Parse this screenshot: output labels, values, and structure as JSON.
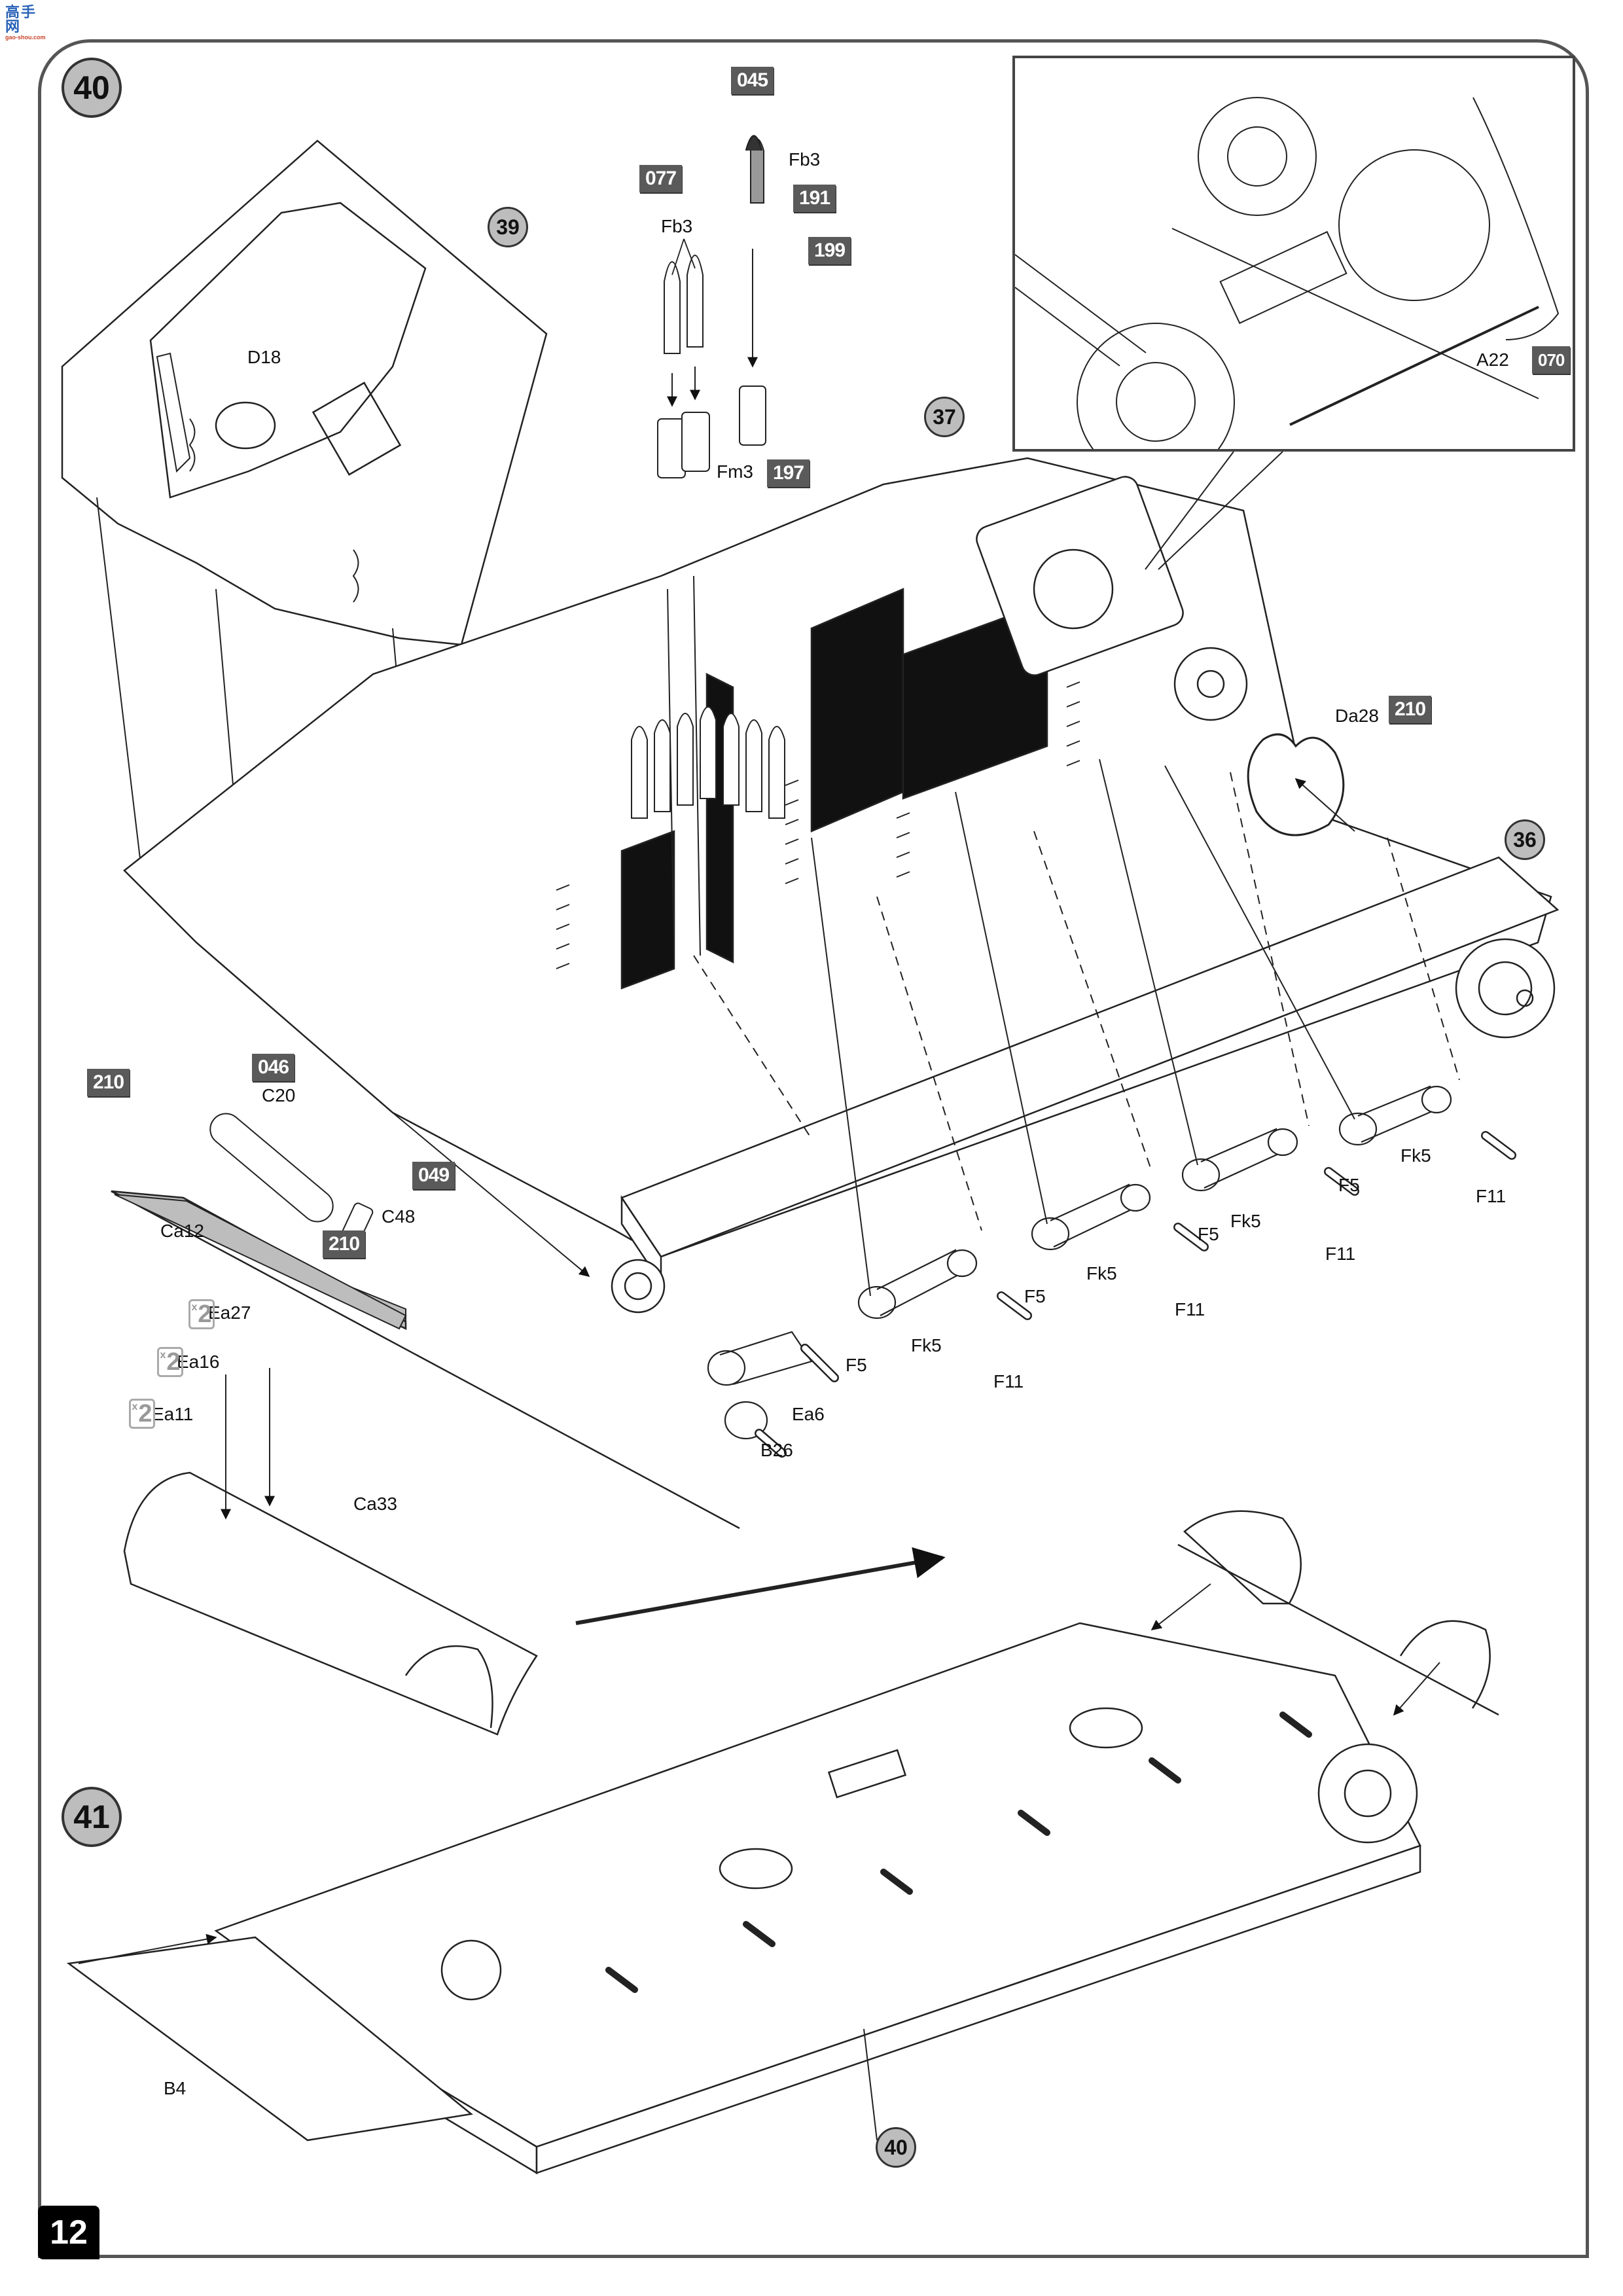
{
  "watermark": {
    "title": "高手网",
    "url": "gao-shou.com"
  },
  "page_number": "12",
  "steps": [
    {
      "id": "step-40",
      "number": "40"
    },
    {
      "id": "step-41",
      "number": "41"
    }
  ],
  "subassembly_refs": [
    "39",
    "37",
    "36",
    "40"
  ],
  "paint_codes": {
    "c045": "045",
    "c077": "077",
    "c191": "191",
    "c199": "199",
    "c197": "197",
    "c070": "070",
    "c210_top": "210",
    "c046": "046",
    "c049": "049",
    "c210_left": "210",
    "c210_mid": "210"
  },
  "part_labels": {
    "fb3_top": "Fb3",
    "fb3_pair": "Fb3",
    "fm3": "Fm3",
    "a22": "A22",
    "d18": "D18",
    "da28": "Da28",
    "c20": "C20",
    "ca12": "Ca12",
    "c48": "C48",
    "ea27": "Ea27",
    "ea16": "Ea16",
    "ea11": "Ea11",
    "ca33": "Ca33",
    "ea6": "Ea6",
    "b26": "B26",
    "b4": "B4",
    "suspension": [
      {
        "fk5": "Fk5",
        "f5": "F5",
        "f11": "F11"
      },
      {
        "fk5": "Fk5",
        "f5": "F5",
        "f11": "F11"
      },
      {
        "fk5": "Fk5",
        "f5": "F5",
        "f11": "F11"
      },
      {
        "fk5": "Fk5",
        "f5": "F5",
        "f11": "F11"
      }
    ]
  },
  "quantity_badges": {
    "ea27": "2",
    "ea16": "2",
    "ea11": "2",
    "prefix": "x"
  }
}
